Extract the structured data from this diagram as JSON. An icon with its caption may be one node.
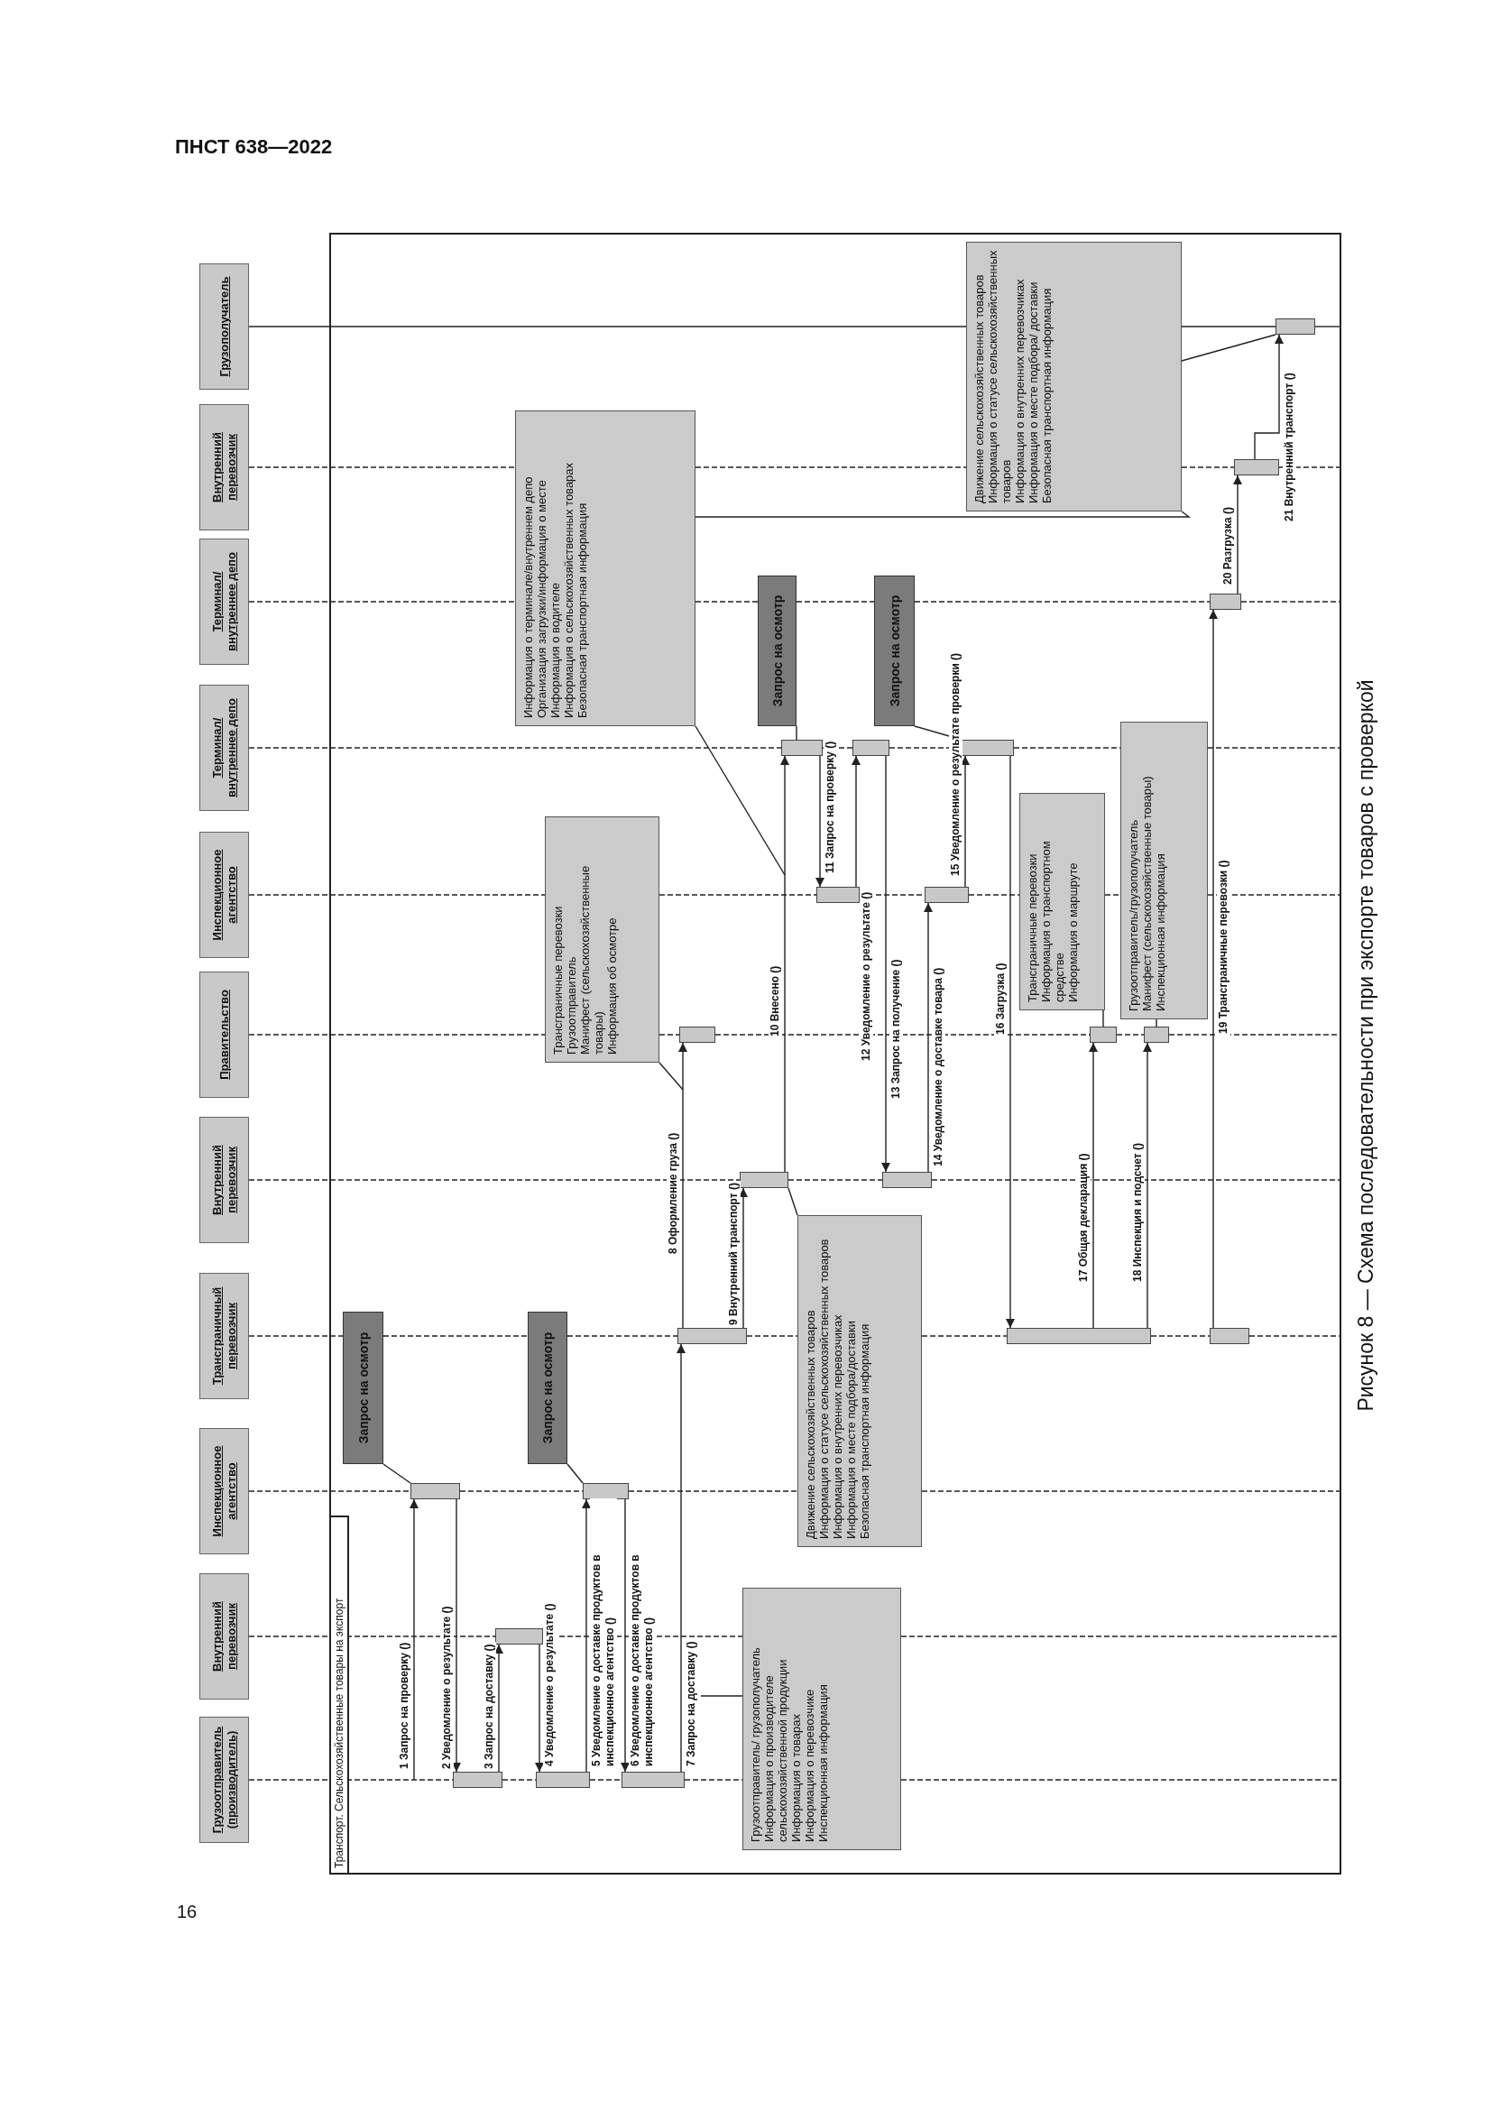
{
  "diagram": {
    "caption": "Рисунок 8 — Схема последовательности при экспорте товаров с проверкой",
    "nodes": [
      {
        "text": [
          "Грузоотправитель (производитель)"
        ]
      },
      {
        "text": [
          "Внутренний перевозчик"
        ]
      },
      {
        "text": [
          "Инспекционное агентство"
        ]
      },
      {
        "text": [
          "Трансграничный перевозчик"
        ]
      },
      {
        "text": [
          "Внутренний перевозчик"
        ]
      },
      {
        "text": [
          "Правительство"
        ]
      },
      {
        "text": [
          "Инспекционное агентство"
        ]
      },
      {
        "text": [
          "Терминал/ внутреннее депо"
        ]
      },
      {
        "text": [
          "Терминал/ внутреннее депо"
        ]
      },
      {
        "text": [
          "Внутренний перевозчик"
        ]
      },
      {
        "text": [
          "Грузополучатель"
        ]
      },
      {
        "text": [
          "Транспорт. Сельскохозяйственные товары на экспорт"
        ]
      },
      {
        "text": [],
        "shape": "bar",
        "in": 11
      },
      {
        "text": [],
        "shape": "bar",
        "in": 11
      },
      {
        "text": [],
        "shape": "bar",
        "in": 11
      },
      {
        "text": [],
        "shape": "bar",
        "in": 11
      },
      {
        "text": [],
        "shape": "bar",
        "in": 11
      },
      {
        "text": [],
        "shape": "bar",
        "in": 11
      },
      {
        "text": [],
        "shape": "bar",
        "in": 11
      },
      {
        "text": [],
        "shape": "bar",
        "in": 11
      },
      {
        "text": [],
        "shape": "bar",
        "in": 11
      },
      {
        "text": [],
        "shape": "bar",
        "in": 11
      },
      {
        "text": [],
        "shape": "bar",
        "in": 11
      },
      {
        "text": [],
        "shape": "bar",
        "in": 11
      },
      {
        "text": [],
        "shape": "bar",
        "in": 11
      },
      {
        "text": [],
        "shape": "bar",
        "in": 11
      },
      {
        "text": [],
        "shape": "bar",
        "in": 11
      },
      {
        "text": [],
        "shape": "bar",
        "in": 11
      },
      {
        "text": [],
        "shape": "bar",
        "in": 11
      },
      {
        "text": [],
        "shape": "bar",
        "in": 11
      },
      {
        "text": [],
        "shape": "bar",
        "in": 11
      },
      {
        "text": [],
        "shape": "bar",
        "in": 11
      },
      {
        "text": [],
        "shape": "bar",
        "in": 11
      },
      {
        "text": [],
        "shape": "bar",
        "in": 11
      },
      {
        "text": [
          "Запрос на осмотр"
        ],
        "in": 11
      },
      {
        "text": [
          "Запрос на осмотр"
        ],
        "in": 11
      },
      {
        "text": [
          "Запрос на осмотр"
        ],
        "in": 11
      },
      {
        "text": [
          "Запрос на осмотр"
        ],
        "in": 11
      },
      {
        "text": [
          "Грузоотправитель/ грузополучатель",
          "Информация о производителе сельскохозяйственной продукции",
          "Информация о товарах",
          "Информация о перевозчике",
          "Инспекционная информация"
        ],
        "in": 11
      },
      {
        "text": [
          "Движение сельскохозяйственных товаров",
          "Информация о статусе сельскохозяйственных товаров",
          "Информация о внутренних перевозчиках",
          "Информация о месте подбора/доставки",
          "Безопасная транспортная информация"
        ],
        "in": 11
      },
      {
        "text": [
          "Трансграничные перевозки",
          "Грузоотправитель",
          "Манифест (сельскохозяйственные товары)",
          "Информация об осмотре"
        ],
        "in": 11
      },
      {
        "text": [
          "Информация о терминале/внутреннем депо",
          "Организация загрузки/информация о месте",
          "Информация о водителе",
          "Информация о сельскохозяйственных товарах",
          "Безопасная транспортная информация"
        ],
        "in": 11
      },
      {
        "text": [
          "Движение сельскохозяйственных товаров",
          "Информация о статусе сельскохозяйственных товаров",
          "Информация о внутренних перевозчиках",
          "Информация о месте подбора/ доставки",
          "Безопасная транспортная информация"
        ],
        "in": 11
      },
      {
        "text": [
          "Трансграничные перевозки",
          "Информация о транспортном средстве",
          "Информация о маршруте"
        ],
        "in": 11
      },
      {
        "text": [
          "Грузоотправитель/грузополучатель",
          "Манифест (сельскохозяйственные товары)",
          "Инспекционная информация"
        ],
        "in": 11
      }
    ],
    "edges": [
      {
        "from": null,
        "to": 12,
        "arrow": "to",
        "label": "1 Запрос на проверку ()"
      },
      {
        "from": 12,
        "to": 13,
        "arrow": "to",
        "label": "2 Уведомление о результате ()"
      },
      {
        "from": 13,
        "to": 14,
        "arrow": "to",
        "label": "3 Запрос на доставку ()"
      },
      {
        "from": 14,
        "to": 15,
        "arrow": "to",
        "label": "4 Уведомление о результате ()"
      },
      {
        "from": 15,
        "to": 16,
        "arrow": "to",
        "label": "5 Уведомление о доставке продуктов в инспекционное агентство ()"
      },
      {
        "from": 16,
        "to": 17,
        "arrow": "to",
        "label": "6 Уведомление о доставке продуктов в инспекционное агентство ()"
      },
      {
        "from": 17,
        "to": 18,
        "arrow": "to",
        "label": "7 Запрос на доставку ()"
      },
      {
        "from": 18,
        "to": 19,
        "arrow": "to",
        "label": "8 Оформление груза ()"
      },
      {
        "from": 18,
        "to": 20,
        "arrow": "to",
        "label": "9 Внутренний транспорт ()"
      },
      {
        "from": 20,
        "to": 21,
        "arrow": "to",
        "label": "10 Внесено ()"
      },
      {
        "from": 21,
        "to": 22,
        "arrow": "to",
        "label": "11 Запрос на проверку ()"
      },
      {
        "from": 22,
        "to": 23,
        "arrow": "to",
        "label": "12 Уведомление о результате ()"
      },
      {
        "from": 23,
        "to": 24,
        "arrow": "to",
        "label": "13 Запрос на получение ()"
      },
      {
        "from": 24,
        "to": 25,
        "arrow": "to",
        "label": "14 Уведомление о доставке товара ()"
      },
      {
        "from": 25,
        "to": 26,
        "arrow": "to",
        "label": "15 Уведомление о результате проверки ()"
      },
      {
        "from": 26,
        "to": 27,
        "arrow": "to",
        "label": "16 Загрузка ()"
      },
      {
        "from": 27,
        "to": 28,
        "arrow": "to",
        "label": "17 Общая декларация ()"
      },
      {
        "from": 27,
        "to": 29,
        "arrow": "to",
        "label": "18 Инспекция и подсчет ()"
      },
      {
        "from": 30,
        "to": 31,
        "arrow": "to",
        "label": "19 Трансграничные перевозки ()"
      },
      {
        "from": 31,
        "to": 32,
        "arrow": "to",
        "label": "20 Разгрузка ()"
      },
      {
        "from": 32,
        "to": 33,
        "arrow": "to",
        "label": "21 Внутренний транспорт ()"
      },
      {
        "from": 34,
        "to": 12,
        "arrow": "none"
      },
      {
        "from": 35,
        "to": 16,
        "arrow": "none"
      },
      {
        "from": 36,
        "to": 21,
        "arrow": "none"
      },
      {
        "from": 37,
        "to": 26,
        "arrow": "none"
      },
      {
        "from": 38,
        "to": null,
        "arrow": "none"
      },
      {
        "from": 39,
        "to": 20,
        "arrow": "none"
      },
      {
        "from": 40,
        "to": null,
        "arrow": "none"
      },
      {
        "from": 41,
        "to": null,
        "arrow": "none"
      },
      {
        "from": 42,
        "to": 33,
        "arrow": "none"
      },
      {
        "from": 43,
        "to": 28,
        "arrow": "none"
      },
      {
        "from": 44,
        "to": 29,
        "arrow": "none"
      },
      {
        "from": 41,
        "to": 42,
        "arrow": "none"
      },
      {
        "from": 0,
        "to": 13,
        "arrow": "none",
        "style": "dashed"
      },
      {
        "from": 13,
        "to": 15,
        "arrow": "none",
        "style": "dashed"
      },
      {
        "from": 15,
        "to": 17,
        "arrow": "none",
        "style": "dashed"
      },
      {
        "from": 17,
        "to": 38,
        "arrow": "none",
        "style": "dashed"
      },
      {
        "from": 38,
        "to": 11,
        "arrow": "none",
        "style": "dashed"
      },
      {
        "from": 1,
        "to": 14,
        "arrow": "none",
        "style": "dashed"
      },
      {
        "from": 14,
        "to": 38,
        "arrow": "none",
        "style": "dashed"
      },
      {
        "from": 38,
        "to": 11,
        "arrow": "none",
        "style": "dashed"
      },
      {
        "from": 2,
        "to": 12,
        "arrow": "none",
        "style": "dashed"
      },
      {
        "from": 12,
        "to": 16,
        "arrow": "none",
        "style": "dashed"
      },
      {
        "from": 16,
        "to": 39,
        "arrow": "none",
        "style": "dashed"
      },
      {
        "from": 39,
        "to": 11,
        "arrow": "none",
        "style": "dashed"
      },
      {
        "from": 3,
        "to": 34,
        "arrow": "none",
        "style": "dashed"
      },
      {
        "from": 34,
        "to": 35,
        "arrow": "none",
        "style": "dashed"
      },
      {
        "from": 35,
        "to": 18,
        "arrow": "none",
        "style": "dashed"
      },
      {
        "from": 18,
        "to": 39,
        "arrow": "none",
        "style": "dashed"
      },
      {
        "from": 39,
        "to": 27,
        "arrow": "none",
        "style": "dashed"
      },
      {
        "from": 27,
        "to": 30,
        "arrow": "none",
        "style": "dashed"
      },
      {
        "from": 30,
        "to": 11,
        "arrow": "none",
        "style": "dashed"
      },
      {
        "from": 4,
        "to": 20,
        "arrow": "none",
        "style": "dashed"
      },
      {
        "from": 20,
        "to": 24,
        "arrow": "none",
        "style": "dashed"
      },
      {
        "from": 24,
        "to": 11,
        "arrow": "none",
        "style": "dashed"
      },
      {
        "from": 5,
        "to": 40,
        "arrow": "none",
        "style": "dashed"
      },
      {
        "from": 40,
        "to": 19,
        "arrow": "none",
        "style": "dashed"
      },
      {
        "from": 19,
        "to": 28,
        "arrow": "none",
        "style": "dashed"
      },
      {
        "from": 28,
        "to": 29,
        "arrow": "none",
        "style": "dashed"
      },
      {
        "from": 29,
        "to": 11,
        "arrow": "none",
        "style": "dashed"
      },
      {
        "from": 6,
        "to": 40,
        "arrow": "none",
        "style": "dashed"
      },
      {
        "from": 40,
        "to": 22,
        "arrow": "none",
        "style": "dashed"
      },
      {
        "from": 22,
        "to": 25,
        "arrow": "none",
        "style": "dashed"
      },
      {
        "from": 25,
        "to": 43,
        "arrow": "none",
        "style": "dashed"
      },
      {
        "from": 43,
        "to": 44,
        "arrow": "none",
        "style": "dashed"
      },
      {
        "from": 44,
        "to": 11,
        "arrow": "none",
        "style": "dashed"
      },
      {
        "from": 7,
        "to": 21,
        "arrow": "none",
        "style": "dashed"
      },
      {
        "from": 21,
        "to": 23,
        "arrow": "none",
        "style": "dashed"
      },
      {
        "from": 23,
        "to": 26,
        "arrow": "none",
        "style": "dashed"
      },
      {
        "from": 26,
        "to": 44,
        "arrow": "none",
        "style": "dashed"
      },
      {
        "from": 44,
        "to": 11,
        "arrow": "none",
        "style": "dashed"
      },
      {
        "from": 8,
        "to": 41,
        "arrow": "none",
        "style": "dashed"
      },
      {
        "from": 41,
        "to": 36,
        "arrow": "none",
        "style": "dashed"
      },
      {
        "from": 36,
        "to": 37,
        "arrow": "none",
        "style": "dashed"
      },
      {
        "from": 37,
        "to": 31,
        "arrow": "none",
        "style": "dashed"
      },
      {
        "from": 31,
        "to": 11,
        "arrow": "none",
        "style": "dashed"
      },
      {
        "from": 9,
        "to": 41,
        "arrow": "none",
        "style": "dashed"
      },
      {
        "from": 41,
        "to": 42,
        "arrow": "none",
        "style": "dashed"
      },
      {
        "from": 42,
        "to": 32,
        "arrow": "none",
        "style": "dashed"
      },
      {
        "from": 32,
        "to": 11,
        "arrow": "none",
        "style": "dashed"
      },
      {
        "from": 10,
        "to": 42,
        "arrow": "none"
      },
      {
        "from": 42,
        "to": 33,
        "arrow": "none"
      },
      {
        "from": 33,
        "to": 11,
        "arrow": "none"
      }
    ],
    "labels": [
      "ПНСТ 638—2022",
      "16"
    ]
  }
}
